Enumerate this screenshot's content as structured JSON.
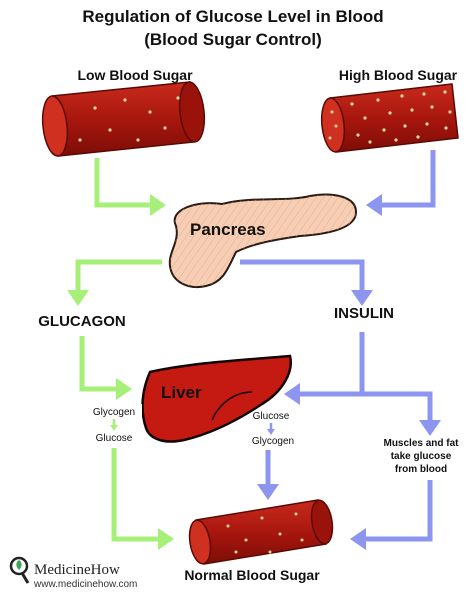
{
  "title_line1": "Regulation of Glucose Level in Blood",
  "title_line2": "(Blood Sugar Control)",
  "labels": {
    "low_blood_sugar": "Low Blood Sugar",
    "high_blood_sugar": "High Blood Sugar",
    "pancreas": "Pancreas",
    "glucagon": "GLUCAGON",
    "insulin": "INSULIN",
    "liver": "Liver",
    "glycogen_left": "Glycogen",
    "glucose_left": "Glucose",
    "glucose_right": "Glucose",
    "glycogen_right": "Glycogen",
    "muscles_line1": "Muscles and fat",
    "muscles_line2": "take glucose",
    "muscles_line3": "from blood",
    "normal_blood_sugar": "Normal Blood Sugar"
  },
  "logo": {
    "name": "MedicineHow",
    "url": "www.medicinehow.com"
  },
  "colors": {
    "green_arrow": "#a6f07a",
    "blue_arrow": "#8c96f0",
    "vessel": "#b61d12",
    "vessel_dark": "#7a0f08",
    "pancreas": "#f7cdb3",
    "liver": "#c51a12"
  }
}
